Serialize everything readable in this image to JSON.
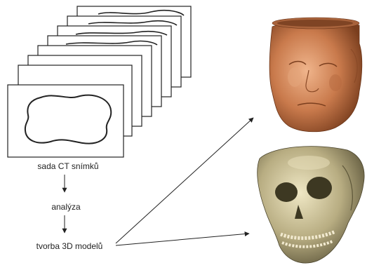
{
  "diagram": {
    "stack_label": "sada CT snímků",
    "step_analysis": "analýza",
    "step_models": "tvorba 3D modelů"
  },
  "outputs": {
    "skin_model": {
      "icon": "head-skin-render",
      "color": "#c97a4c"
    },
    "bone_model": {
      "icon": "skull-bone-render",
      "color": "#b8ad82"
    }
  },
  "colors": {
    "line": "#222222",
    "slice_fill": "#ffffff"
  }
}
